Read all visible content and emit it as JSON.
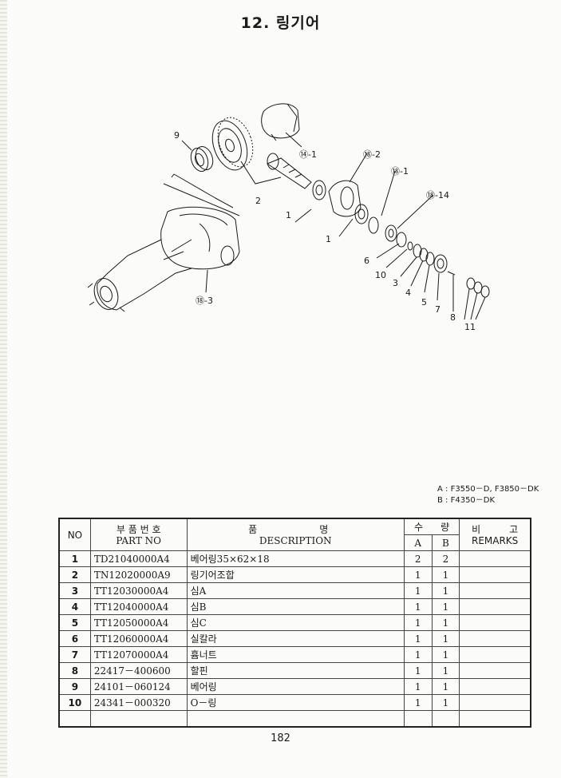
{
  "page": {
    "title": "12. 링기어",
    "page_number": "182"
  },
  "diagram": {
    "callouts": {
      "c9": "9",
      "c14_1": "⑭-1",
      "c18_2": "⑱-2",
      "c18_1": "⑱-1",
      "c18_14": "⑱-14",
      "c2": "2",
      "c1a": "1",
      "c1b": "1",
      "c6": "6",
      "c10": "10",
      "c3": "3",
      "c4": "4",
      "c5": "5",
      "c7": "7",
      "c8": "8",
      "c11": "11",
      "c18_3": "⑱-3"
    }
  },
  "legend": {
    "line_a": "A : F3550－D, F3850－DK",
    "line_b": "B : F4350－DK"
  },
  "table": {
    "headers": {
      "no": "NO",
      "part_no_ko": "부 품 번 호",
      "part_no_en": "PART  NO",
      "desc_ko_1": "품",
      "desc_ko_2": "명",
      "desc_en": "DESCRIPTION",
      "qty_ko_1": "수",
      "qty_ko_2": "량",
      "qty_a": "A",
      "qty_b": "B",
      "remarks_ko_1": "비",
      "remarks_ko_2": "고",
      "remarks_en": "REMARKS"
    },
    "rows": [
      {
        "no": "1",
        "part_no": "TD21040000A4",
        "desc": "베어링35×62×18",
        "a": "2",
        "b": "2",
        "remarks": ""
      },
      {
        "no": "2",
        "part_no": "TN12020000A9",
        "desc": "링기어조합",
        "a": "1",
        "b": "1",
        "remarks": ""
      },
      {
        "no": "3",
        "part_no": "TT12030000A4",
        "desc": "심A",
        "a": "1",
        "b": "1",
        "remarks": ""
      },
      {
        "no": "4",
        "part_no": "TT12040000A4",
        "desc": "심B",
        "a": "1",
        "b": "1",
        "remarks": ""
      },
      {
        "no": "5",
        "part_no": "TT12050000A4",
        "desc": "심C",
        "a": "1",
        "b": "1",
        "remarks": ""
      },
      {
        "no": "6",
        "part_no": "TT12060000A4",
        "desc": "실칼라",
        "a": "1",
        "b": "1",
        "remarks": ""
      },
      {
        "no": "7",
        "part_no": "TT12070000A4",
        "desc": "흄너트",
        "a": "1",
        "b": "1",
        "remarks": ""
      },
      {
        "no": "8",
        "part_no": "22417－400600",
        "desc": "할핀",
        "a": "1",
        "b": "1",
        "remarks": ""
      },
      {
        "no": "9",
        "part_no": "24101－060124",
        "desc": "베어링",
        "a": "1",
        "b": "1",
        "remarks": ""
      },
      {
        "no": "10",
        "part_no": "24341－000320",
        "desc": "O－링",
        "a": "1",
        "b": "1",
        "remarks": ""
      },
      {
        "no": "",
        "part_no": "",
        "desc": "",
        "a": "",
        "b": "",
        "remarks": ""
      }
    ]
  }
}
